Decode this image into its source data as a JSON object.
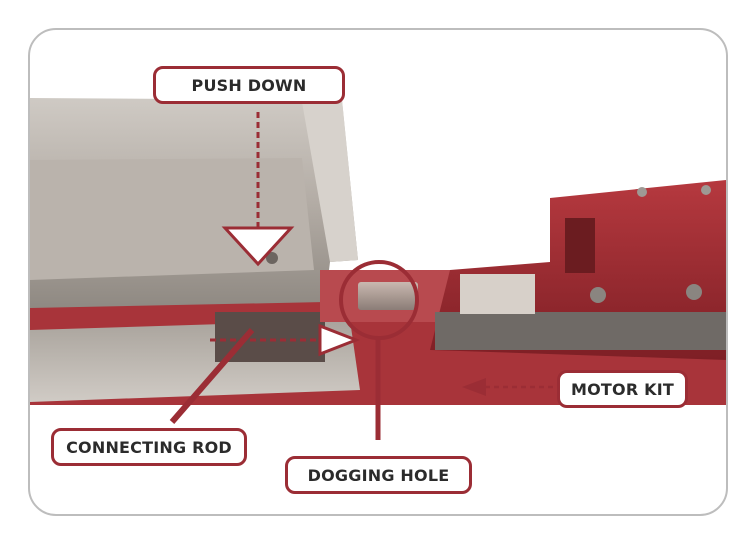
{
  "labels": {
    "push_down": "PUSH DOWN",
    "motor_kit": "MOTOR KIT",
    "connecting_rod": "CONNECTING ROD",
    "dogging_hole": "DOGGING HOLE"
  },
  "colors": {
    "accent": "#9b2d35",
    "frame_border": "#bdbdbd",
    "metal": "#b9b4ae",
    "red_body": "#9c2b30"
  }
}
